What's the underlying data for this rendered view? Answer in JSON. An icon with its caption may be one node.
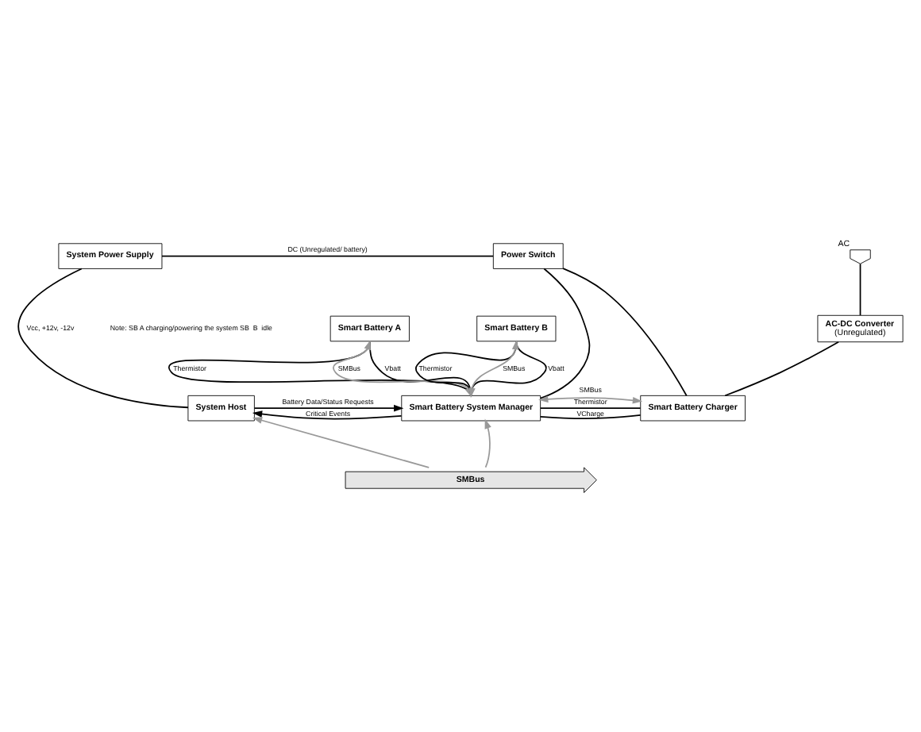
{
  "diagram": {
    "nodes": [
      {
        "text": [
          "System Power Supply"
        ]
      },
      {
        "text": [
          "Power Switch"
        ]
      },
      {
        "text": [
          "Smart Battery A"
        ]
      },
      {
        "text": [
          "Smart Battery B"
        ]
      },
      {
        "text": [
          "AC-DC Converter",
          "(Unregulated)"
        ]
      },
      {
        "text": [
          "System Host"
        ]
      },
      {
        "text": [
          "Smart Battery System Manager"
        ]
      },
      {
        "text": [
          "Smart Battery Charger"
        ]
      },
      {
        "text": [
          "SMBus"
        ]
      },
      {
        "text": [],
        "shape": "plug",
        "beside": [
          "AC"
        ]
      }
    ],
    "edges": [
      {
        "from": 0,
        "to": 5,
        "arrow": "none",
        "label": "Vcc, +12v, -12v"
      },
      {
        "from": 0,
        "to": 1,
        "arrow": "none",
        "label": "DC (Unregulated/ battery)"
      },
      {
        "from": 1,
        "to": 6,
        "arrow": "none"
      },
      {
        "from": 1,
        "to": 7,
        "arrow": "none"
      },
      {
        "from": 2,
        "to": 6,
        "arrow": "none",
        "label": "Vbatt"
      },
      {
        "from": 2,
        "to": 6,
        "arrow": "none",
        "label": "Thermistor"
      },
      {
        "from": 2,
        "to": 6,
        "arrow": "both",
        "label": "SMBus",
        "color": "#999999"
      },
      {
        "from": 3,
        "to": 6,
        "arrow": "none",
        "label": "Vbatt"
      },
      {
        "from": 3,
        "to": 6,
        "arrow": "none",
        "label": "Thermistor"
      },
      {
        "from": 3,
        "to": 6,
        "arrow": "both",
        "label": "SMBus",
        "color": "#999999"
      },
      {
        "from": 6,
        "to": 7,
        "arrow": "both",
        "label": "SMBus",
        "color": "#999999"
      },
      {
        "from": 7,
        "to": 6,
        "arrow": "none",
        "label": "Thermistor"
      },
      {
        "from": 7,
        "to": 6,
        "arrow": "none",
        "label": "VCharge"
      },
      {
        "from": 9,
        "to": 4,
        "arrow": "none"
      },
      {
        "from": 4,
        "to": 7,
        "arrow": "none"
      },
      {
        "from": 8,
        "to": 5,
        "arrow": "to",
        "color": "#999999"
      },
      {
        "from": 8,
        "to": 6,
        "arrow": "to",
        "color": "#999999"
      },
      {
        "from": 6,
        "to": 5,
        "arrow": "to",
        "label": "Critical Events"
      },
      {
        "from": 5,
        "to": 6,
        "arrow": "to",
        "label": "Battery Data/Status Requests"
      }
    ],
    "labels": [
      "Note: SB A charging/powering the system SB  B  idle"
    ]
  }
}
